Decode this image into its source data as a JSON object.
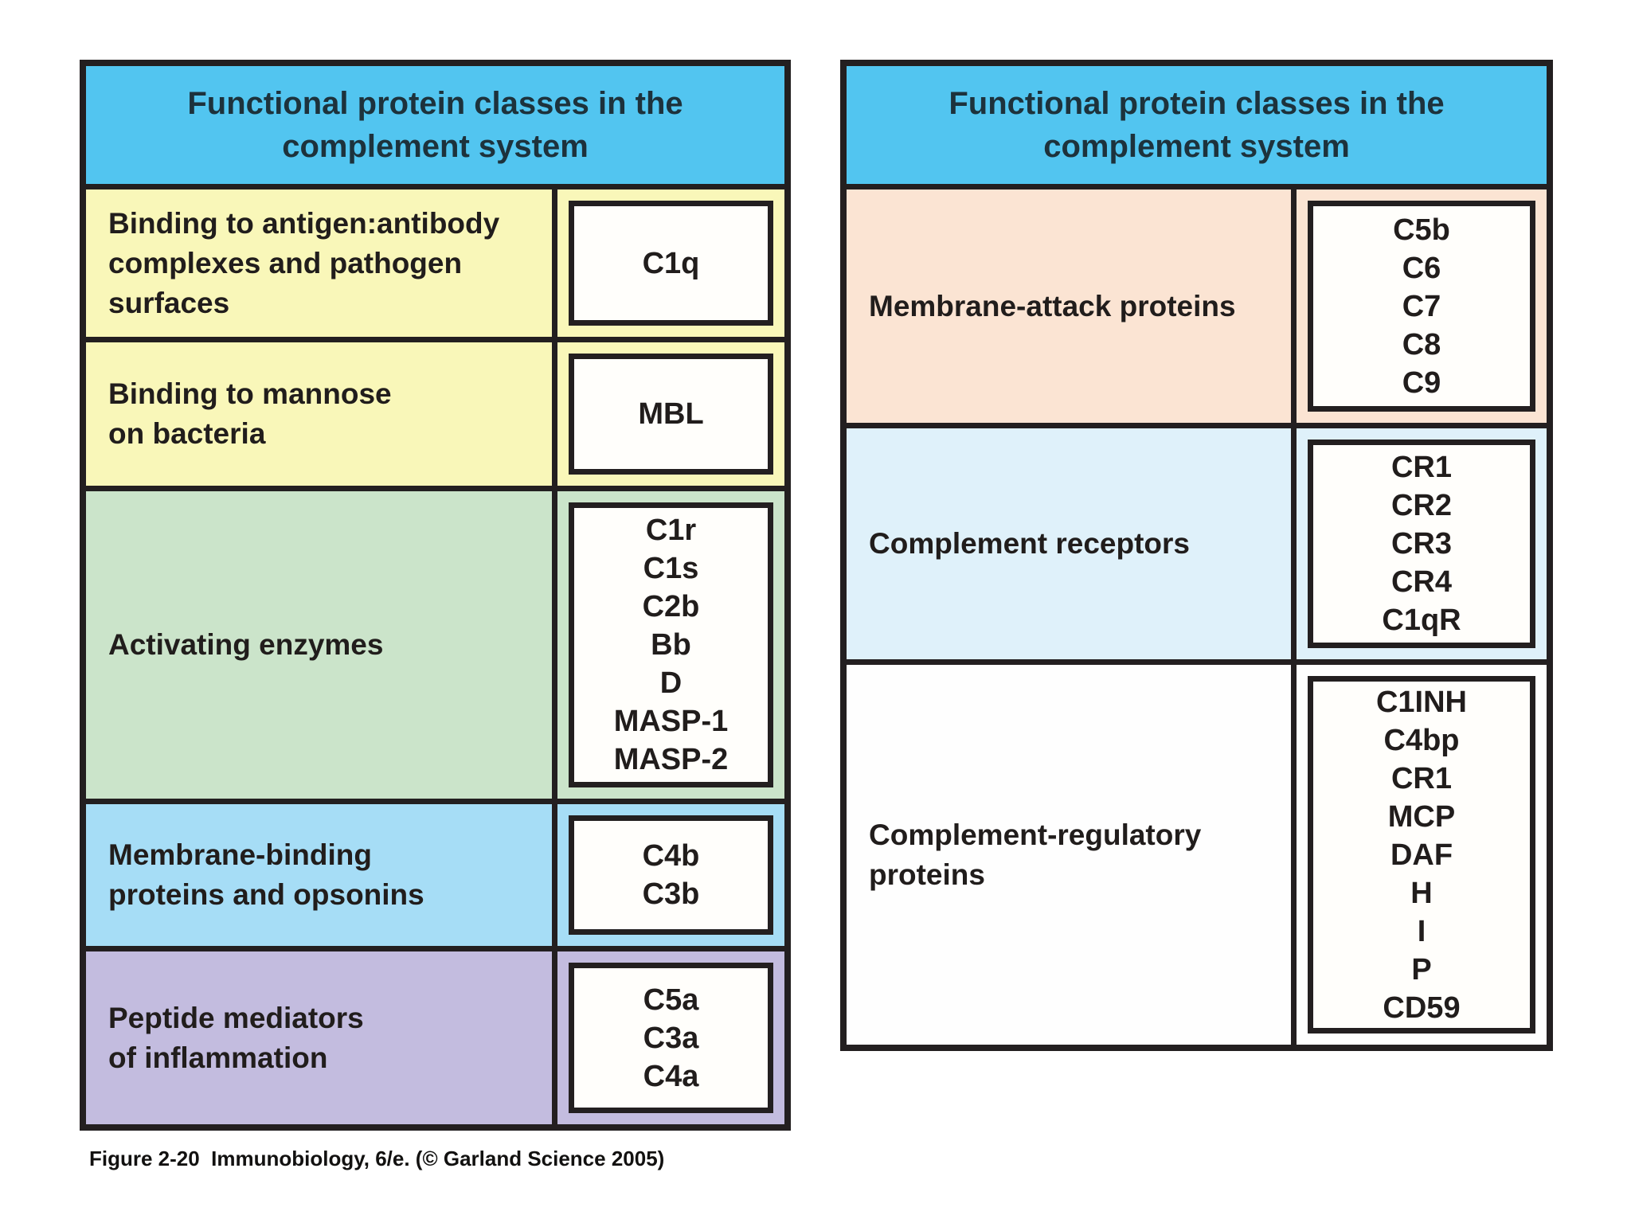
{
  "colors": {
    "ink": "#231f20",
    "header_bg": "#52c5f0",
    "header_text": "#1d323c",
    "text": "#211d1c",
    "box_bg": "#fffefb",
    "page_bg": "#ffffff",
    "yellow_row": "#f9f7b9",
    "green_row": "#cbe4ca",
    "sky_row": "#a6ddf6",
    "lavender_row": "#c3bcdf",
    "peach_row": "#fbe4d3",
    "pale_blue_row": "#dff1fa",
    "white_row": "#fefefe"
  },
  "left_table": {
    "title_lines": [
      "Functional protein classes in the",
      "complement system"
    ],
    "rows": [
      {
        "label_lines": [
          "Binding to antigen:antibody",
          "complexes and pathogen",
          "surfaces"
        ],
        "proteins": [
          "C1q"
        ],
        "bg": "#f9f7b9"
      },
      {
        "label_lines": [
          "Binding to mannose",
          "on bacteria"
        ],
        "proteins": [
          "MBL"
        ],
        "bg": "#f9f7b9"
      },
      {
        "label_lines": [
          "Activating enzymes"
        ],
        "proteins": [
          "C1r",
          "C1s",
          "C2b",
          "Bb",
          "D",
          "MASP-1",
          "MASP-2"
        ],
        "bg": "#cbe4ca"
      },
      {
        "label_lines": [
          "Membrane-binding",
          "proteins and opsonins"
        ],
        "proteins": [
          "C4b",
          "C3b"
        ],
        "bg": "#a6ddf6"
      },
      {
        "label_lines": [
          "Peptide mediators",
          "of inflammation"
        ],
        "proteins": [
          "C5a",
          "C3a",
          "C4a"
        ],
        "bg": "#c3bcdf"
      }
    ]
  },
  "right_table": {
    "title_lines": [
      "Functional protein classes in the",
      "complement system"
    ],
    "rows": [
      {
        "label_lines": [
          "Membrane-attack proteins"
        ],
        "proteins": [
          "C5b",
          "C6",
          "C7",
          "C8",
          "C9"
        ],
        "bg": "#fbe4d3"
      },
      {
        "label_lines": [
          "Complement receptors"
        ],
        "proteins": [
          "CR1",
          "CR2",
          "CR3",
          "CR4",
          "C1qR"
        ],
        "bg": "#dff1fa"
      },
      {
        "label_lines": [
          "Complement-regulatory",
          "proteins"
        ],
        "proteins": [
          "C1INH",
          "C4bp",
          "CR1",
          "MCP",
          "DAF",
          "H",
          "I",
          "P",
          "CD59"
        ],
        "bg": "#fefefe"
      }
    ]
  },
  "caption": "Figure 2-20  Immunobiology, 6/e. (© Garland Science 2005)"
}
